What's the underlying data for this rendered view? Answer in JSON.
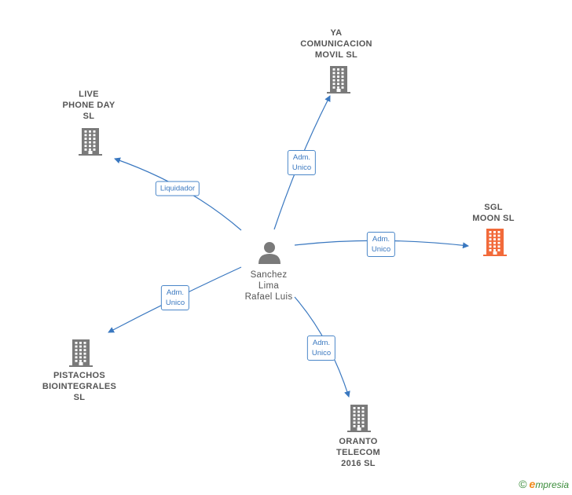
{
  "center": {
    "label": "Sanchez\nLima\nRafael Luis",
    "icon": "person-icon"
  },
  "companies": [
    {
      "id": "ya",
      "label": "YA\nCOMUNICACION\nMOVIL  SL",
      "icon": "building-icon",
      "highlight": false
    },
    {
      "id": "live",
      "label": "LIVE\nPHONE DAY\nSL",
      "icon": "building-icon",
      "highlight": false
    },
    {
      "id": "sgl",
      "label": "SGL\nMOON  SL",
      "icon": "building-icon",
      "highlight": true
    },
    {
      "id": "pistachos",
      "label": "PISTACHOS\nBIOINTEGRALES\nSL",
      "icon": "building-icon",
      "highlight": false
    },
    {
      "id": "oranto",
      "label": "ORANTO\nTELECOM\n2016  SL",
      "icon": "building-icon",
      "highlight": false
    }
  ],
  "edges": [
    {
      "to": "ya",
      "label": "Adm.\nUnico"
    },
    {
      "to": "live",
      "label": "Liquidador"
    },
    {
      "to": "sgl",
      "label": "Adm.\nUnico"
    },
    {
      "to": "pistachos",
      "label": "Adm.\nUnico"
    },
    {
      "to": "oranto",
      "label": "Adm.\nUnico"
    }
  ],
  "colors": {
    "edge": "#3a78c0",
    "node": "#7a7a7a",
    "highlight": "#f26a3a",
    "person": "#7a7a7a"
  },
  "brand": {
    "copyright": "©",
    "e": "e",
    "name": "mpresia"
  }
}
